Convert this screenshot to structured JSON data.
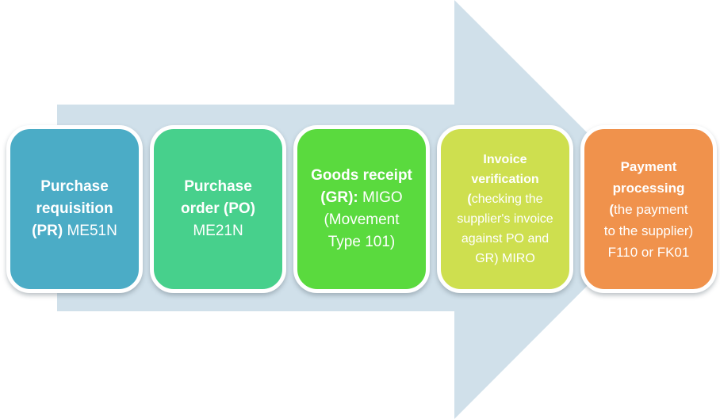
{
  "diagram": {
    "title": "procure-to-pay-process-flow",
    "background_color": "#ffffff"
  },
  "arrow": {
    "name": "flow-arrow",
    "color": "#D0E0EA",
    "direction": "right"
  },
  "steps": [
    {
      "name": "purchase-requisition",
      "bold": "Purchase requisition (PR)",
      "regular": " ME51N",
      "color": "#4BACC6",
      "text_color": "#ffffff"
    },
    {
      "name": "purchase-order",
      "bold": "Purchase order (PO)",
      "regular": " ME21N",
      "color": "#47D08C",
      "text_color": "#ffffff"
    },
    {
      "name": "goods-receipt",
      "bold": "Goods receipt (GR):",
      "regular": " MIGO (Movement Type 101)",
      "color": "#5ADA3E",
      "text_color": "#ffffff"
    },
    {
      "name": "invoice-verification",
      "bold": "Invoice verification (",
      "regular": "checking the supplier's invoice against PO and GR) MIRO",
      "color": "#CEDF4F",
      "text_color": "#ffffff"
    },
    {
      "name": "payment-processing",
      "bold": "Payment processing (",
      "regular": "the payment to the supplier) F110 or FK01",
      "color": "#F0924C",
      "text_color": "#ffffff"
    }
  ]
}
